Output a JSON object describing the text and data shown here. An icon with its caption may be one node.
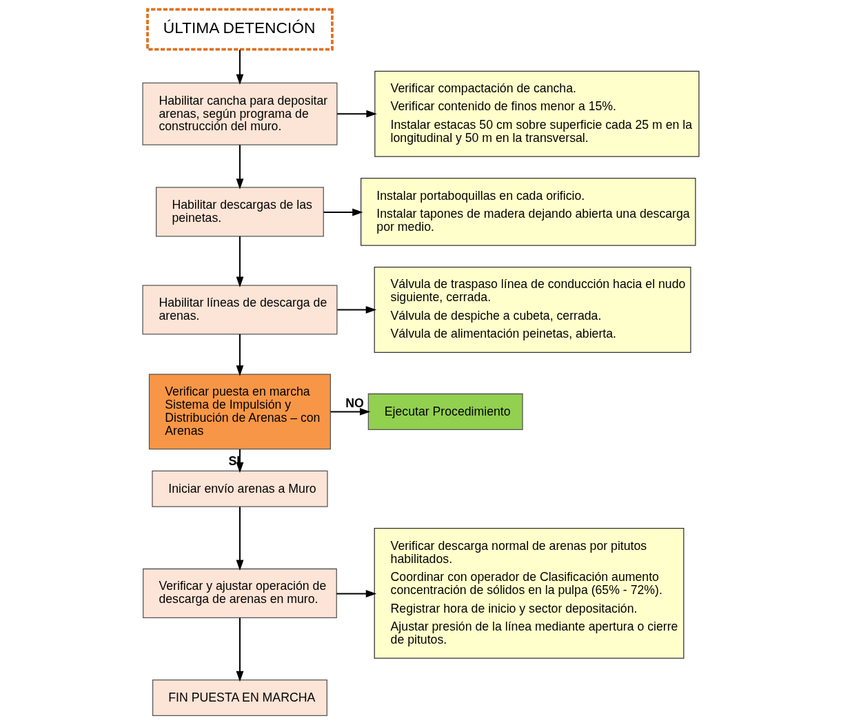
{
  "diagram": {
    "nodes": [
      {
        "text": [
          "ÚLTIMA DETENCIÓN"
        ]
      },
      {
        "text": [
          "Habilitar cancha para depositar arenas, según programa de construcción del muro."
        ]
      },
      {
        "text": [
          "Verificar compactación de cancha.",
          "Verificar contenido de finos menor a 15%.",
          "Instalar estacas 50 cm sobre superficie cada 25 m en la longitudinal y 50 m en la transversal."
        ]
      },
      {
        "text": [
          "Habilitar descargas de las peinetas."
        ]
      },
      {
        "text": [
          "Instalar portaboquillas en cada orificio.",
          "Instalar tapones de madera dejando abierta una descarga por medio."
        ]
      },
      {
        "text": [
          "Habilitar líneas de descarga de arenas."
        ]
      },
      {
        "text": [
          "Válvula de traspaso línea de conducción hacia el nudo siguiente, cerrada.",
          "Válvula de despiche a cubeta, cerrada.",
          "Válvula de alimentación peinetas, abierta."
        ]
      },
      {
        "text": [
          "Verificar puesta en marcha Sistema de Impulsión y Distribución de Arenas – con Arenas"
        ]
      },
      {
        "text": [
          "Ejecutar Procedimiento"
        ]
      },
      {
        "text": [
          "Iniciar envío arenas a Muro"
        ]
      },
      {
        "text": [
          "Verificar y ajustar operación de descarga de arenas en muro."
        ]
      },
      {
        "text": [
          "Verificar descarga normal de arenas por pitutos habilitados.",
          "Coordinar con operador de Clasificación aumento concentración de sólidos en la pulpa (65% - 72%).",
          "Registrar hora de inicio y sector depositación.",
          "Ajustar presión de la línea mediante apertura o cierre de pitutos."
        ]
      },
      {
        "text": [
          "FIN PUESTA EN MARCHA"
        ]
      }
    ],
    "edges": [
      {
        "from": 0,
        "to": 1,
        "arrow": "to"
      },
      {
        "from": 1,
        "to": 2,
        "arrow": "to"
      },
      {
        "from": 1,
        "to": 3,
        "arrow": "to"
      },
      {
        "from": 3,
        "to": 4,
        "arrow": "to"
      },
      {
        "from": 3,
        "to": 5,
        "arrow": "to"
      },
      {
        "from": 5,
        "to": 6,
        "arrow": "to"
      },
      {
        "from": 5,
        "to": 7,
        "arrow": "to"
      },
      {
        "from": 7,
        "to": 8,
        "arrow": "to",
        "label": "NO"
      },
      {
        "from": 7,
        "to": 9,
        "arrow": "to",
        "label": "SI"
      },
      {
        "from": 9,
        "to": 10,
        "arrow": "to"
      },
      {
        "from": 10,
        "to": 11,
        "arrow": "to"
      },
      {
        "from": 10,
        "to": 12,
        "arrow": "to"
      }
    ]
  }
}
